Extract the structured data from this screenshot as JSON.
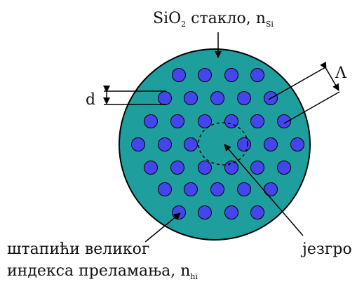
{
  "labels": {
    "glass_main": "SiO",
    "glass_sub2": "2",
    "glass_rest": " стакло, n",
    "glass_index_sub": "Si",
    "pitch": "Λ",
    "diameter": "d",
    "core": "језгро",
    "rods_line1": "штапићи великог",
    "rods_line2_main": "индекса преламања, n",
    "rods_line2_sub": "hi"
  },
  "colors": {
    "cladding": "#1f9e9e",
    "rod": "#4545ee",
    "outline": "#000000"
  }
}
